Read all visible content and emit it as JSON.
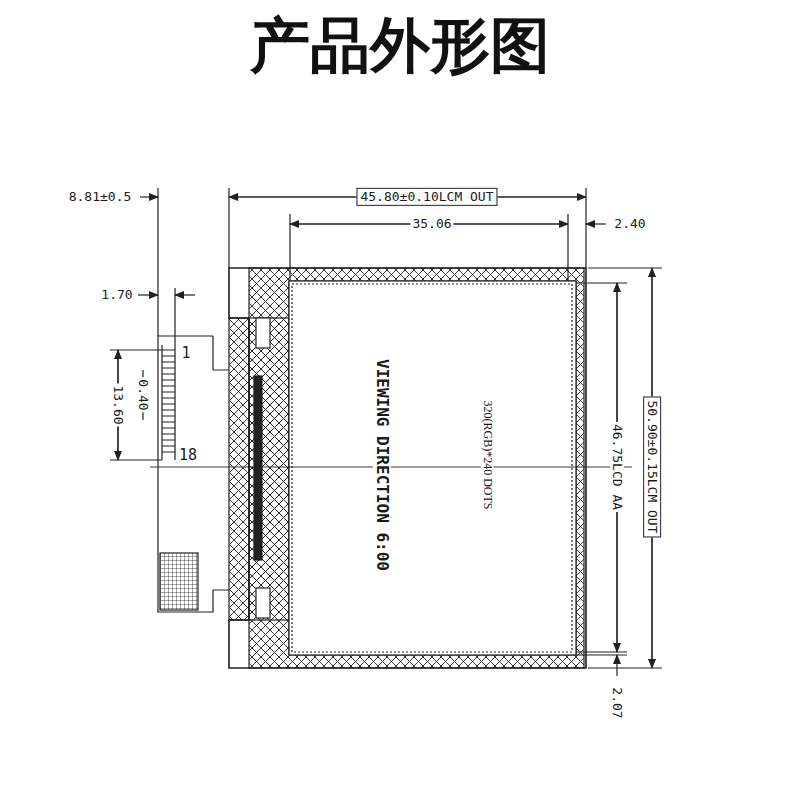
{
  "diagram": {
    "title": "产品外形图",
    "labels": [
      "8.81±0.5",
      "45.80±0.10LCM OUT",
      "35.06",
      "2.40",
      "1.70",
      "1",
      "18",
      "0.40",
      "13.60",
      "VIEWING DIRECTION 6:00",
      "320(RGB)*240 DOTS",
      "46.75LCD AA",
      "50.90±0.15LCM OUT",
      "2.07"
    ]
  }
}
